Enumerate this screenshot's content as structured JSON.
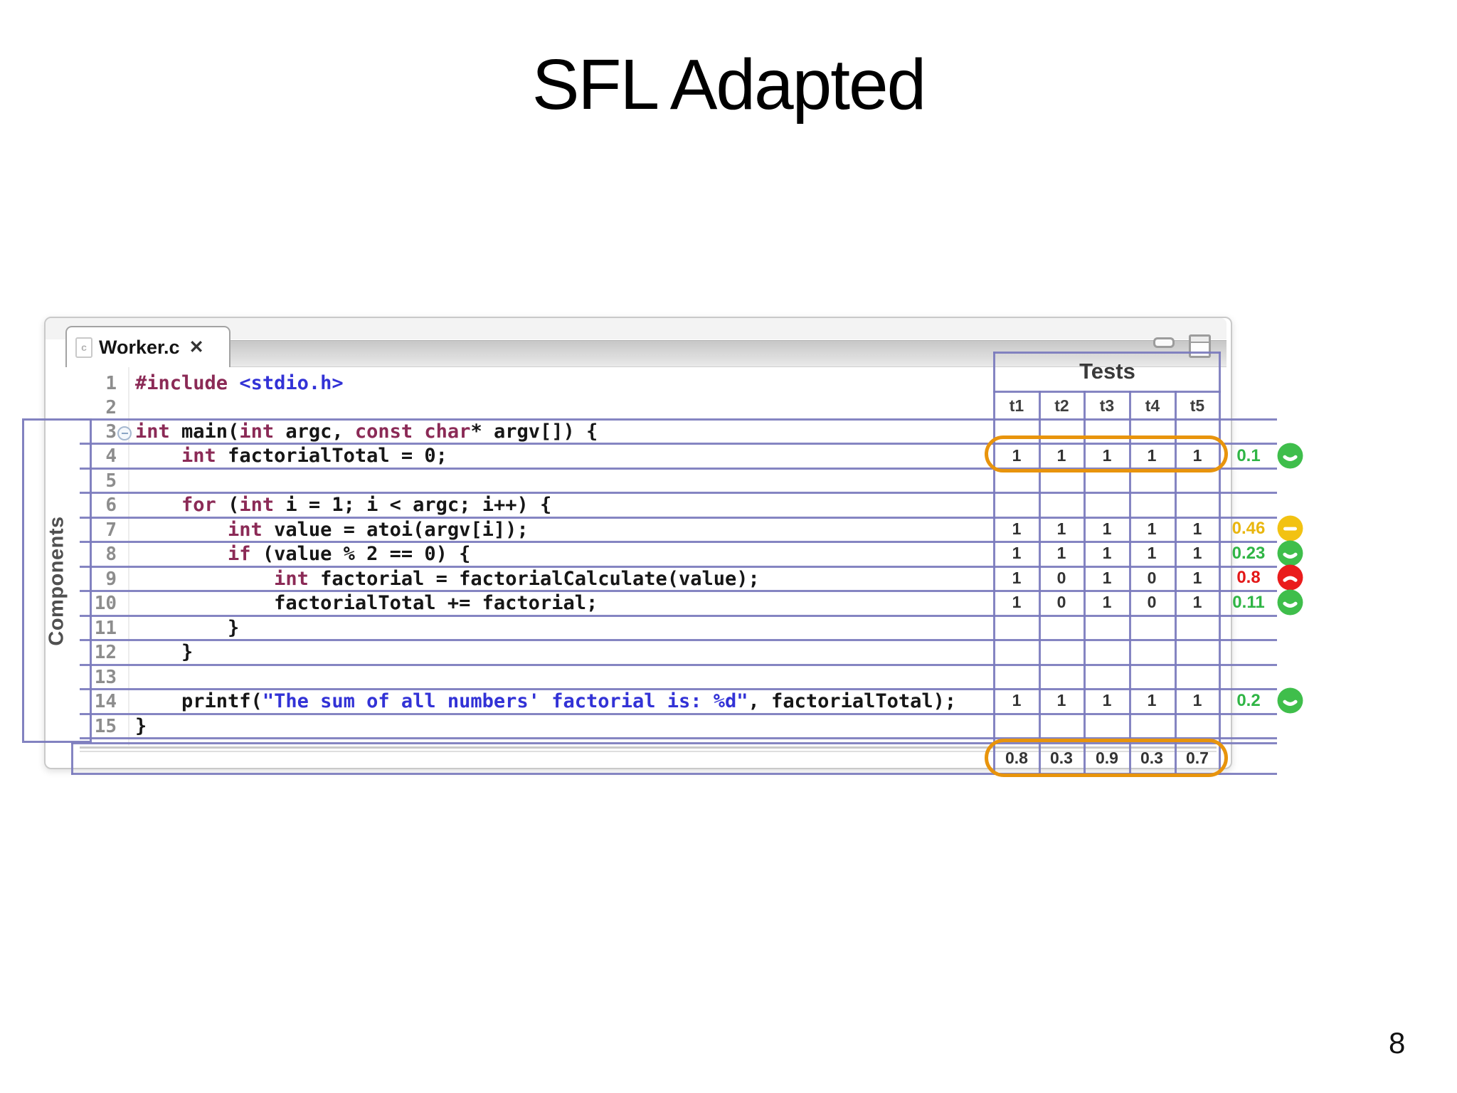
{
  "slide": {
    "title": "SFL Adapted",
    "page_number": "8"
  },
  "window": {
    "tab": {
      "filename": "Worker.c",
      "close_glyph": "✕",
      "file_icon_letter": "c"
    }
  },
  "code": {
    "lines": [
      {
        "num": "1",
        "segments": [
          {
            "t": "#include ",
            "c": "k"
          },
          {
            "t": "<stdio.h>",
            "c": "s"
          }
        ]
      },
      {
        "num": "2",
        "segments": []
      },
      {
        "num": "3",
        "segments": [
          {
            "t": "int ",
            "c": "k"
          },
          {
            "t": "main(",
            "c": "p"
          },
          {
            "t": "int ",
            "c": "k"
          },
          {
            "t": "argc, ",
            "c": "p"
          },
          {
            "t": "const char",
            "c": "k"
          },
          {
            "t": "* argv[]) {",
            "c": "p"
          }
        ]
      },
      {
        "num": "4",
        "segments": [
          {
            "t": "    ",
            "c": "p"
          },
          {
            "t": "int ",
            "c": "k"
          },
          {
            "t": "factorialTotal = 0;",
            "c": "p"
          }
        ]
      },
      {
        "num": "5",
        "segments": []
      },
      {
        "num": "6",
        "segments": [
          {
            "t": "    ",
            "c": "p"
          },
          {
            "t": "for ",
            "c": "k"
          },
          {
            "t": "(",
            "c": "p"
          },
          {
            "t": "int ",
            "c": "k"
          },
          {
            "t": "i = 1; i < argc; i++) {",
            "c": "p"
          }
        ]
      },
      {
        "num": "7",
        "segments": [
          {
            "t": "        ",
            "c": "p"
          },
          {
            "t": "int ",
            "c": "k"
          },
          {
            "t": "value = atoi(argv[i]);",
            "c": "p"
          }
        ]
      },
      {
        "num": "8",
        "segments": [
          {
            "t": "        ",
            "c": "p"
          },
          {
            "t": "if ",
            "c": "k"
          },
          {
            "t": "(value % 2 == 0) {",
            "c": "p"
          }
        ]
      },
      {
        "num": "9",
        "segments": [
          {
            "t": "            ",
            "c": "p"
          },
          {
            "t": "int ",
            "c": "k"
          },
          {
            "t": "factorial = factorialCalculate(value);",
            "c": "p"
          }
        ]
      },
      {
        "num": "10",
        "segments": [
          {
            "t": "            factorialTotal += factorial;",
            "c": "p"
          }
        ]
      },
      {
        "num": "11",
        "segments": [
          {
            "t": "        }",
            "c": "p"
          }
        ]
      },
      {
        "num": "12",
        "segments": [
          {
            "t": "    }",
            "c": "p"
          }
        ]
      },
      {
        "num": "13",
        "segments": []
      },
      {
        "num": "14",
        "segments": [
          {
            "t": "    printf(",
            "c": "p"
          },
          {
            "t": "\"The sum of all numbers' factorial is: %d\"",
            "c": "s"
          },
          {
            "t": ", factorialTotal);",
            "c": "p"
          }
        ]
      },
      {
        "num": "15",
        "segments": [
          {
            "t": "}",
            "c": "p"
          }
        ]
      }
    ]
  },
  "matrix": {
    "title": "Tests",
    "columns": [
      "t1",
      "t2",
      "t3",
      "t4",
      "t5"
    ],
    "components_label": "Components",
    "rows": [
      {
        "line": "4",
        "values": [
          "1",
          "1",
          "1",
          "1",
          "1"
        ],
        "score": "0.1",
        "status": "pass"
      },
      {
        "line": "7",
        "values": [
          "1",
          "1",
          "1",
          "1",
          "1"
        ],
        "score": "0.46",
        "status": "neutral"
      },
      {
        "line": "8",
        "values": [
          "1",
          "1",
          "1",
          "1",
          "1"
        ],
        "score": "0.23",
        "status": "pass"
      },
      {
        "line": "9",
        "values": [
          "1",
          "0",
          "1",
          "0",
          "1"
        ],
        "score": "0.8",
        "status": "fail"
      },
      {
        "line": "10",
        "values": [
          "1",
          "0",
          "1",
          "0",
          "1"
        ],
        "score": "0.11",
        "status": "pass"
      },
      {
        "line": "14",
        "values": [
          "1",
          "1",
          "1",
          "1",
          "1"
        ],
        "score": "0.2",
        "status": "pass"
      }
    ],
    "summary_values": [
      "0.8",
      "0.3",
      "0.9",
      "0.3",
      "0.7"
    ]
  },
  "colors": {
    "grid": "#7b7bbd",
    "highlight": "#e8940c",
    "pass": "#2fb545",
    "neutral": "#e9b60e",
    "fail": "#e31717",
    "keyword": "#8b2a56",
    "string": "#3232d6"
  }
}
